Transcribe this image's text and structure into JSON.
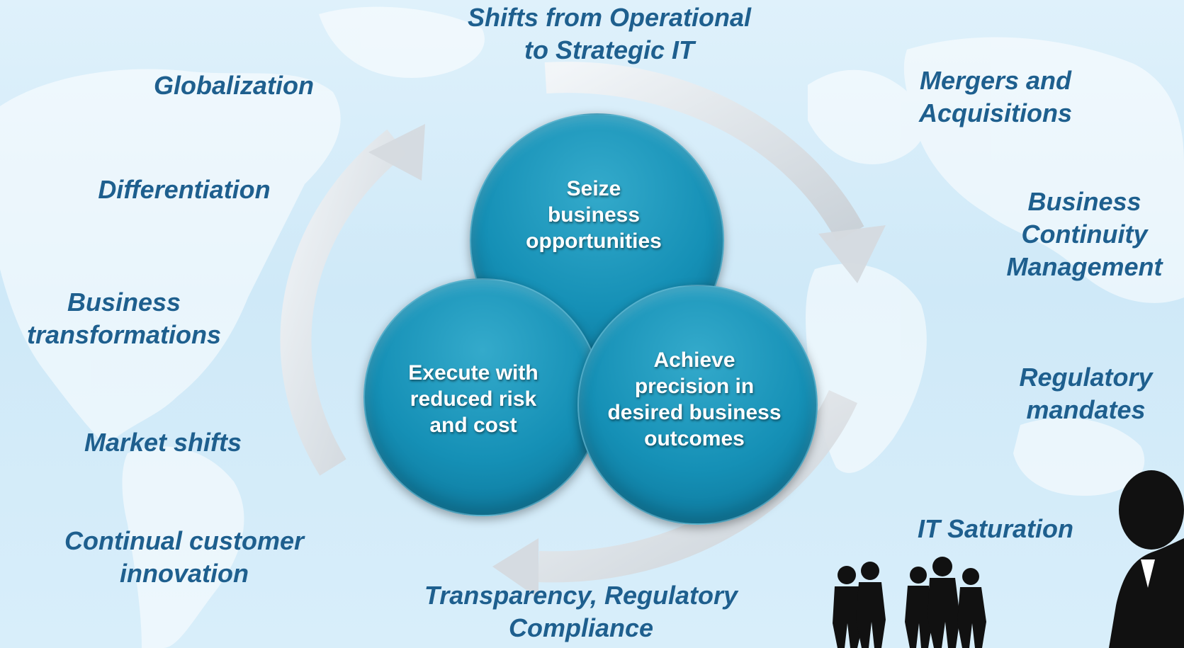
{
  "drivers": {
    "top_center": "Shifts from Operational\nto Strategic IT",
    "globalization": "Globalization",
    "differentiation": "Differentiation",
    "business_transformations": "Business\ntransformations",
    "market_shifts": "Market shifts",
    "continual_innovation": "Continual customer\ninnovation",
    "bottom_center": "Transparency, Regulatory\nCompliance",
    "mergers": "Mergers and\nAcquisitions",
    "bcm": "Business\nContinuity\nManagement",
    "regulatory_mandates": "Regulatory\nmandates",
    "it_saturation": "IT Saturation"
  },
  "circles": {
    "top": "Seize\nbusiness\nopportunities",
    "left": "Execute with\nreduced risk\nand cost",
    "right": "Achieve\nprecision in\ndesired business\noutcomes"
  },
  "colors": {
    "text_driver": "#1e5f8e",
    "circle_fill": "#1590b6",
    "arrow": "#e6eaee",
    "silhouette": "#111111"
  },
  "icons": {
    "cycle": "circular-arrows-icon",
    "people": "business-people-silhouette-icon"
  }
}
